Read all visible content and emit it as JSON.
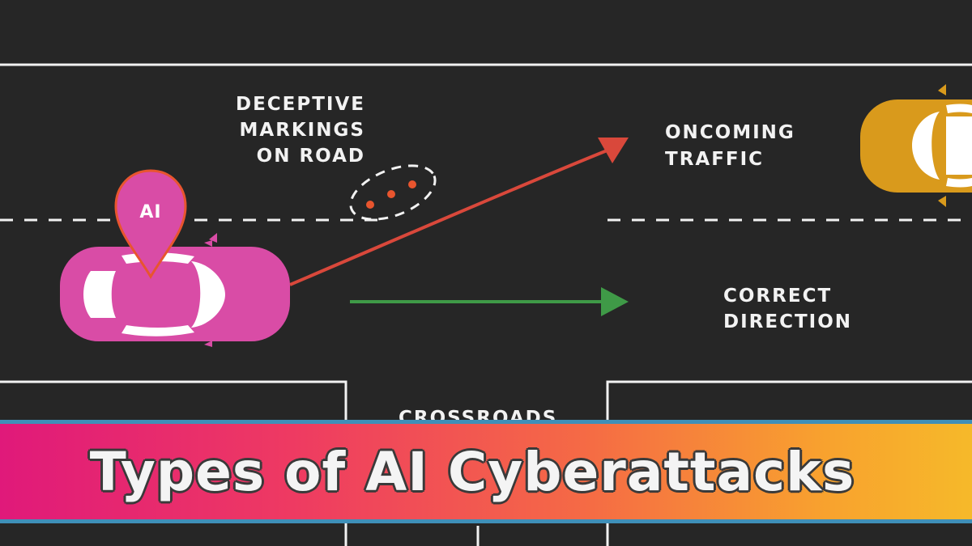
{
  "labels": {
    "deceptive_markings": [
      "DECEPTIVE",
      "MARKINGS",
      "ON ROAD"
    ],
    "oncoming_traffic": [
      "ONCOMING",
      "TRAFFIC"
    ],
    "correct_direction": [
      "CORRECT",
      "DIRECTION"
    ],
    "crossroads": "CROSSROADS",
    "ai_pin": "AI"
  },
  "title": "Types of AI Cyberattacks",
  "colors": {
    "road": "#262626",
    "lane_markings": "#f2f2f2",
    "ai_car": "#d94ca6",
    "oncoming_car": "#d99a1c",
    "wrong_path_arrow": "#d9483b",
    "correct_path_arrow": "#3f9a47",
    "deceptive_dots": "#e8552e",
    "banner_start": "#e0197a",
    "banner_end": "#f6b92a",
    "banner_border": "#3f8fb8"
  },
  "icons": {
    "ai_car": "car-top-view-icon",
    "oncoming_car": "car-top-view-icon",
    "ai_pin": "map-pin-icon"
  }
}
